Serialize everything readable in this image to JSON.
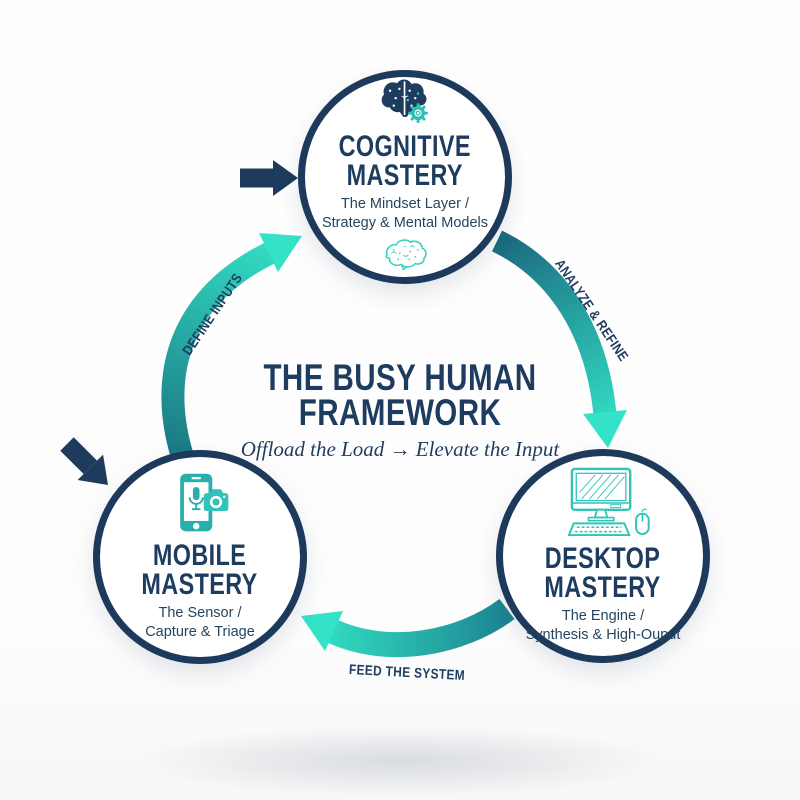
{
  "header": {
    "title_line1": "THE BUSY HUMAN",
    "title_line2": "FRAMEWORK",
    "subtitle": "Offload the Load → Elevate the Input"
  },
  "nodes": {
    "cognitive": {
      "title_line1": "COGNITIVE",
      "title_line2": "MASTERY",
      "subtitle_line1": "The Mindset Layer /",
      "subtitle_line2": "Strategy & Mental Models",
      "icon_top": "brain-circuit-gear-icon",
      "icon_bottom": "brain-sketch-icon"
    },
    "mobile": {
      "title_line1": "MOBILE",
      "title_line2": "MASTERY",
      "subtitle_line1": "The Sensor /",
      "subtitle_line2": "Capture & Triage",
      "icon": "phone-mic-camera-icon"
    },
    "desktop": {
      "title_line1": "DESKTOP",
      "title_line2": "MASTERY",
      "subtitle_line1": "The Engine /",
      "subtitle_line2": "Synthesis & High-Ouput",
      "icon": "desktop-keyboard-mouse-icon"
    }
  },
  "arrows": {
    "define_inputs": {
      "label": "DEFINE INPUTS"
    },
    "analyze_refine": {
      "label": "ANALYZE & REFINE"
    },
    "feed_system": {
      "label": "FEED THE SYSTEM"
    }
  },
  "colors": {
    "navy": "#1d3a5c",
    "teal_dark": "#1b7482",
    "teal_bright": "#33e2c6",
    "icon_teal": "#2bbcb2"
  }
}
